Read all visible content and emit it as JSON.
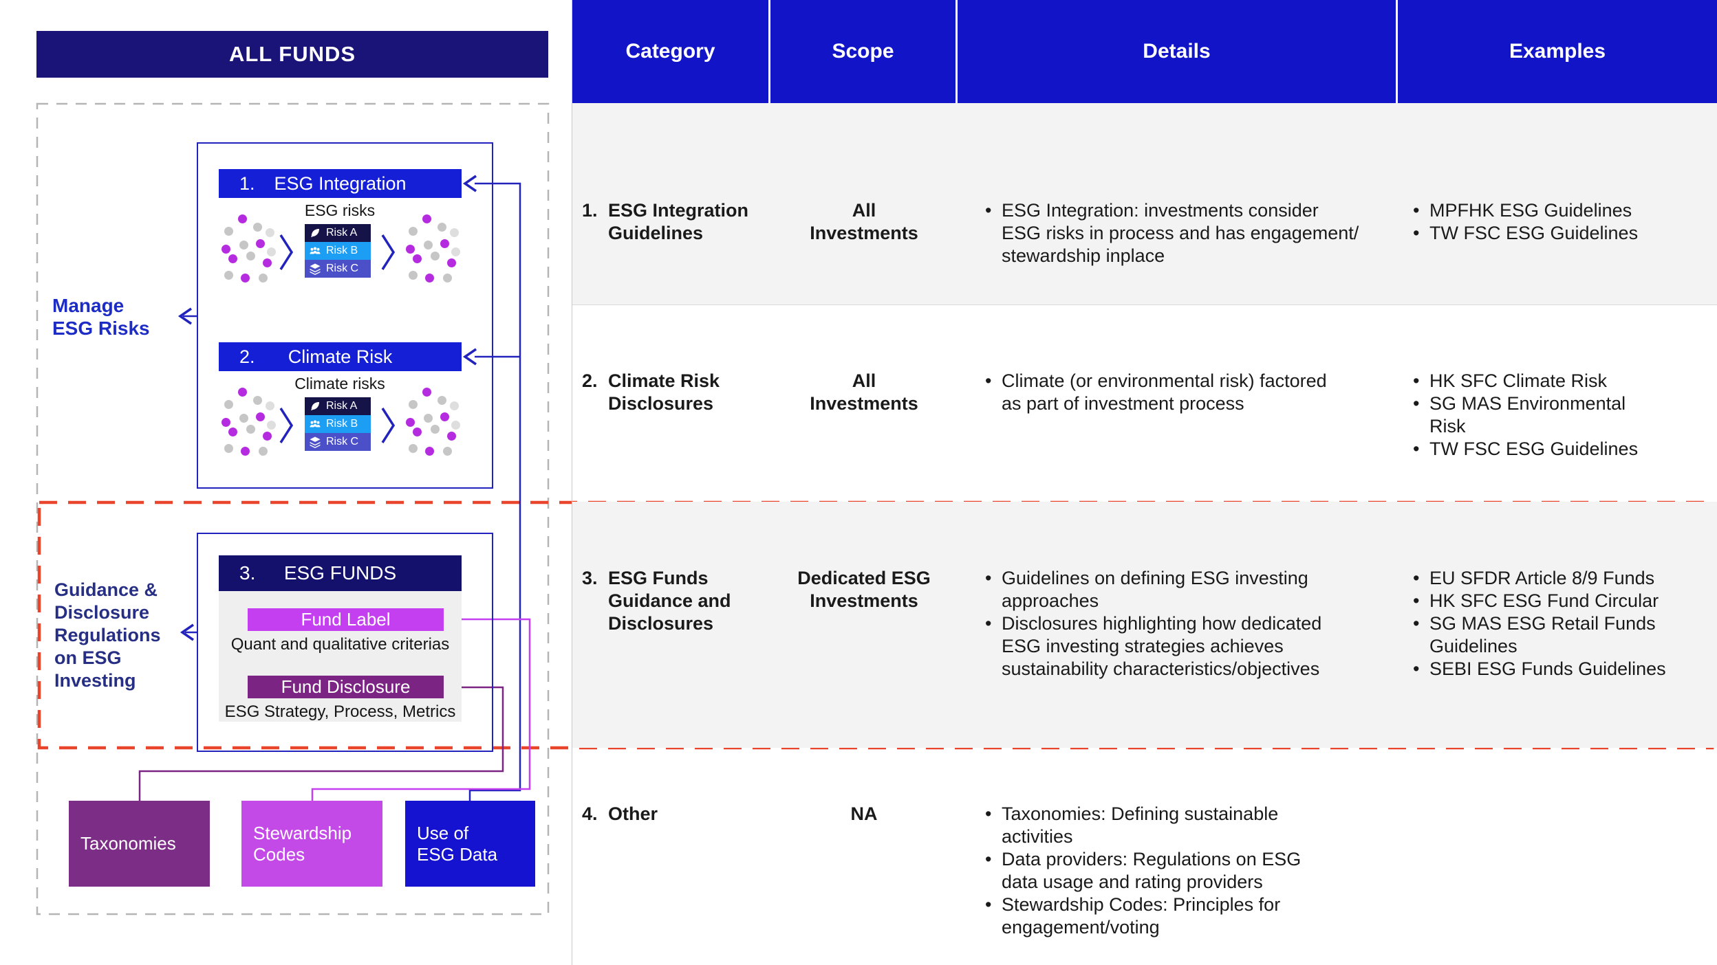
{
  "diagram": {
    "all_funds_label": "ALL FUNDS",
    "manage_label_lines": [
      "Manage",
      "ESG Risks"
    ],
    "guidance_label_lines": [
      "Guidance &",
      "Disclosure",
      "Regulations",
      "on ESG",
      "Investing"
    ],
    "section1": {
      "number": "1.",
      "title": "ESG Integration",
      "caption": "ESG risks"
    },
    "section2": {
      "number": "2.",
      "title": "Climate Risk",
      "caption": "Climate risks"
    },
    "risk_items": [
      {
        "label": "Risk A",
        "icon": "leaf-icon",
        "color": "#151347"
      },
      {
        "label": "Risk B",
        "icon": "people-icon",
        "color": "#1c9ef5"
      },
      {
        "label": "Risk C",
        "icon": "layers-icon",
        "color": "#4c50c8"
      }
    ],
    "section3": {
      "number": "3.",
      "title": "ESG FUNDS",
      "fund_label": "Fund Label",
      "fund_label_caption": "Quant and qualitative criterias",
      "fund_disclosure": "Fund Disclosure",
      "fund_disclosure_caption": "ESG Strategy, Process, Metrics"
    },
    "bottom_boxes": [
      {
        "label": "Taxonomies",
        "color": "#7c2d86",
        "lines": [
          "Taxonomies"
        ]
      },
      {
        "label": "Stewardship Codes",
        "color": "#c44ae8",
        "lines": [
          "Stewardship",
          "Codes"
        ]
      },
      {
        "label": "Use of ESG Data",
        "color": "#1513cf",
        "lines": [
          "Use of",
          "ESG Data"
        ]
      }
    ],
    "dot_colors": {
      "m": "#b52ce0",
      "g": "#c6c6c6",
      "l": "#dedede"
    },
    "dot_pattern": [
      [
        26,
        4,
        "m"
      ],
      [
        6,
        22,
        "g"
      ],
      [
        48,
        16,
        "g"
      ],
      [
        66,
        24,
        "l"
      ],
      [
        2,
        48,
        "m"
      ],
      [
        28,
        42,
        "g"
      ],
      [
        52,
        40,
        "m"
      ],
      [
        68,
        52,
        "l"
      ],
      [
        12,
        62,
        "m"
      ],
      [
        38,
        58,
        "g"
      ],
      [
        62,
        68,
        "m"
      ],
      [
        6,
        86,
        "g"
      ],
      [
        30,
        90,
        "m"
      ],
      [
        56,
        90,
        "g"
      ]
    ]
  },
  "table": {
    "columns": [
      "Category",
      "Scope",
      "Details",
      "Examples"
    ],
    "rows": [
      {
        "number": "1.",
        "category_lines": [
          "ESG Integration",
          "Guidelines"
        ],
        "scope_lines": [
          "All",
          "Investments"
        ],
        "details": [
          "ESG Integration: investments consider\nESG risks in process and has engagement/\nstewardship inplace"
        ],
        "examples": [
          "MPFHK ESG Guidelines",
          "TW FSC ESG Guidelines"
        ]
      },
      {
        "number": "2.",
        "category_lines": [
          "Climate Risk",
          "Disclosures"
        ],
        "scope_lines": [
          "All",
          "Investments"
        ],
        "details": [
          "Climate (or environmental risk) factored\nas part of investment process"
        ],
        "examples": [
          "HK SFC Climate Risk",
          "SG MAS Environmental\nRisk",
          "TW FSC ESG Guidelines"
        ]
      },
      {
        "number": "3.",
        "category_lines": [
          "ESG Funds",
          "Guidance and",
          "Disclosures"
        ],
        "scope_lines": [
          "Dedicated ESG",
          "Investments"
        ],
        "details": [
          "Guidelines on defining ESG investing\napproaches",
          "Disclosures highlighting how dedicated\nESG investing strategies achieves\nsustainability characteristics/objectives"
        ],
        "examples": [
          "EU SFDR Article 8/9 Funds",
          "HK SFC ESG Fund Circular",
          "SG MAS ESG Retail Funds\nGuidelines",
          "SEBI ESG Funds Guidelines"
        ]
      },
      {
        "number": "4.",
        "category_lines": [
          "Other"
        ],
        "scope_lines": [
          "NA"
        ],
        "details": [
          "Taxonomies: Defining sustainable\nactivities",
          "Data providers: Regulations on ESG\ndata usage and rating providers",
          "Stewardship Codes: Principles for\nengagement/voting"
        ],
        "examples": []
      }
    ]
  },
  "colors": {
    "header_blue": "#1214c8",
    "bar_blue": "#1520d6",
    "dark_navy": "#1a1479",
    "esg_funds_navy": "#13116b",
    "line_navy": "#2222bd",
    "magenta": "#c33ff0",
    "dark_purple": "#7c2483",
    "red_dash": "#e8452c",
    "gray_dash": "#b5b5b5",
    "row_gray": "#f3f3f3"
  }
}
